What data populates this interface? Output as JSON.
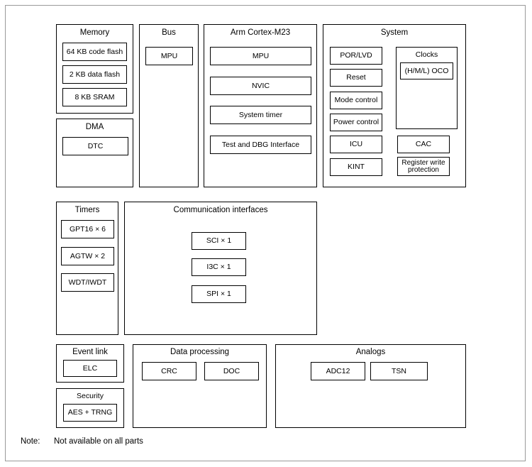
{
  "memory": {
    "title": "Memory",
    "items": [
      "64 KB code flash",
      "2 KB data flash",
      "8 KB SRAM"
    ]
  },
  "dma": {
    "title": "DMA",
    "items": [
      "DTC"
    ]
  },
  "bus": {
    "title": "Bus",
    "items": [
      "MPU"
    ]
  },
  "cpu": {
    "title": "Arm Cortex-M23",
    "items": [
      "MPU",
      "NVIC",
      "System timer",
      "Test and DBG Interface"
    ]
  },
  "system": {
    "title": "System",
    "items": [
      "POR/LVD",
      "Reset",
      "Mode control",
      "Power control",
      "ICU",
      "KINT",
      "CAC",
      "Register write protection"
    ],
    "clocks": {
      "title": "Clocks",
      "items": [
        "(H/M/L) OCO"
      ]
    }
  },
  "timers": {
    "title": "Timers",
    "items": [
      "GPT16 × 6",
      "AGTW × 2",
      "WDT/IWDT"
    ]
  },
  "comm": {
    "title": "Communication interfaces",
    "items": [
      "SCI × 1",
      "I3C × 1",
      "SPI × 1"
    ]
  },
  "event_link": {
    "title": "Event link",
    "items": [
      "ELC"
    ]
  },
  "security": {
    "title": "Security",
    "items": [
      "AES + TRNG"
    ]
  },
  "data_processing": {
    "title": "Data processing",
    "items": [
      "CRC",
      "DOC"
    ]
  },
  "analogs": {
    "title": "Analogs",
    "items": [
      "ADC12",
      "TSN"
    ]
  },
  "note": {
    "label": "Note:",
    "text": "Not available on all parts"
  }
}
